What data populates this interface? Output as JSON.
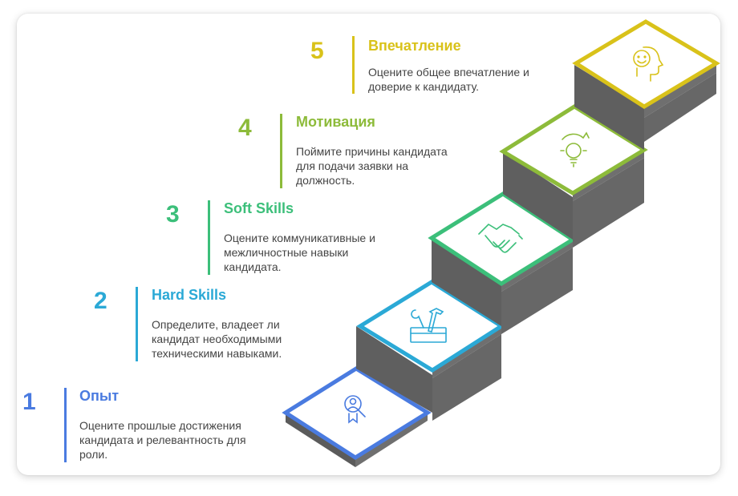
{
  "steps": [
    {
      "number": "1",
      "title": "Опыт",
      "description": "Оцените прошлые достижения кандидата и релевантность для роли.",
      "color": "#4a7be0",
      "icon": "user-search-icon"
    },
    {
      "number": "2",
      "title": "Hard Skills",
      "description": "Определите, владеет ли кандидат необходимыми техническими навыками.",
      "color": "#2ba9d6",
      "icon": "toolbox-icon"
    },
    {
      "number": "3",
      "title": "Soft Skills",
      "description": "Оцените коммуникативные и межличностные навыки кандидата.",
      "color": "#3cbf7a",
      "icon": "handshake-icon"
    },
    {
      "number": "4",
      "title": "Мотивация",
      "description": "Поймите причины кандидата для подачи заявки на должность.",
      "color": "#8dbb3a",
      "icon": "lightbulb-icon"
    },
    {
      "number": "5",
      "title": "Впечатление",
      "description": "Оцените общее впечатление и доверие к кандидату.",
      "color": "#d9c21a",
      "icon": "smiling-face-icon"
    }
  ]
}
